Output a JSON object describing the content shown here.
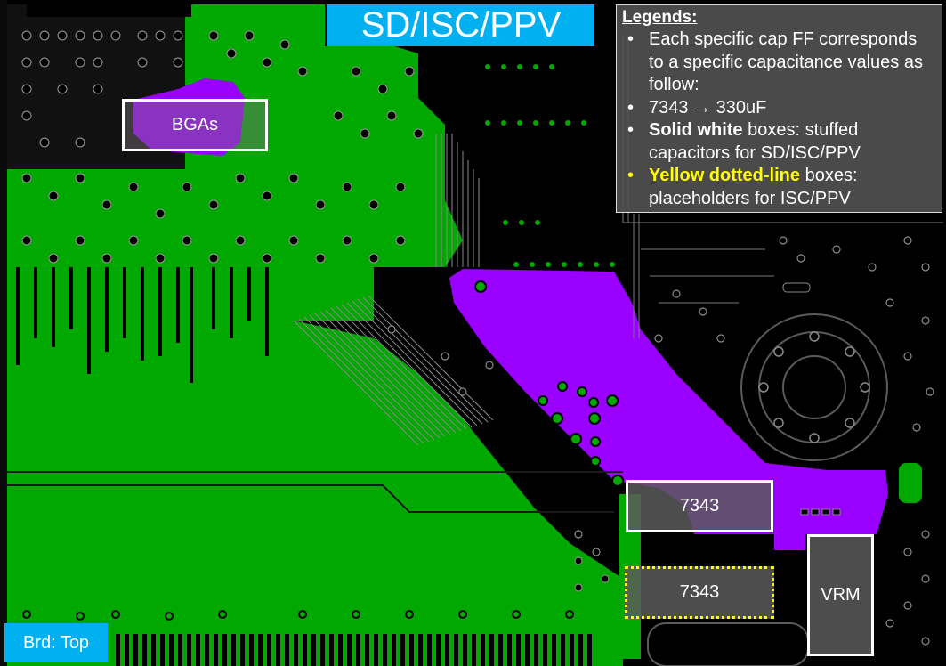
{
  "title": "SD/ISC/PPV",
  "legend": {
    "heading": "Legends:",
    "item1": "Each specific cap FF corresponds to a specific capacitance values as follow:",
    "item2": "7343 → 330uF",
    "item3_bold": "Solid white",
    "item3_rest": " boxes: stuffed capacitors for SD/ISC/PPV",
    "item4_yellow": "Yellow dotted-line",
    "item4_rest": " boxes: placeholders for ISC/PPV",
    "bullet": "•"
  },
  "labels": {
    "bga": "BGAs",
    "cap_stuffed": "7343",
    "cap_placeholder": "7343",
    "vrm": "VRM"
  },
  "board_side": "Brd: Top",
  "colors": {
    "copper_green": "#00a800",
    "highlight_purple": "#9900ff",
    "title_blue": "#00b0f0",
    "legend_yellow": "#ffff00"
  }
}
